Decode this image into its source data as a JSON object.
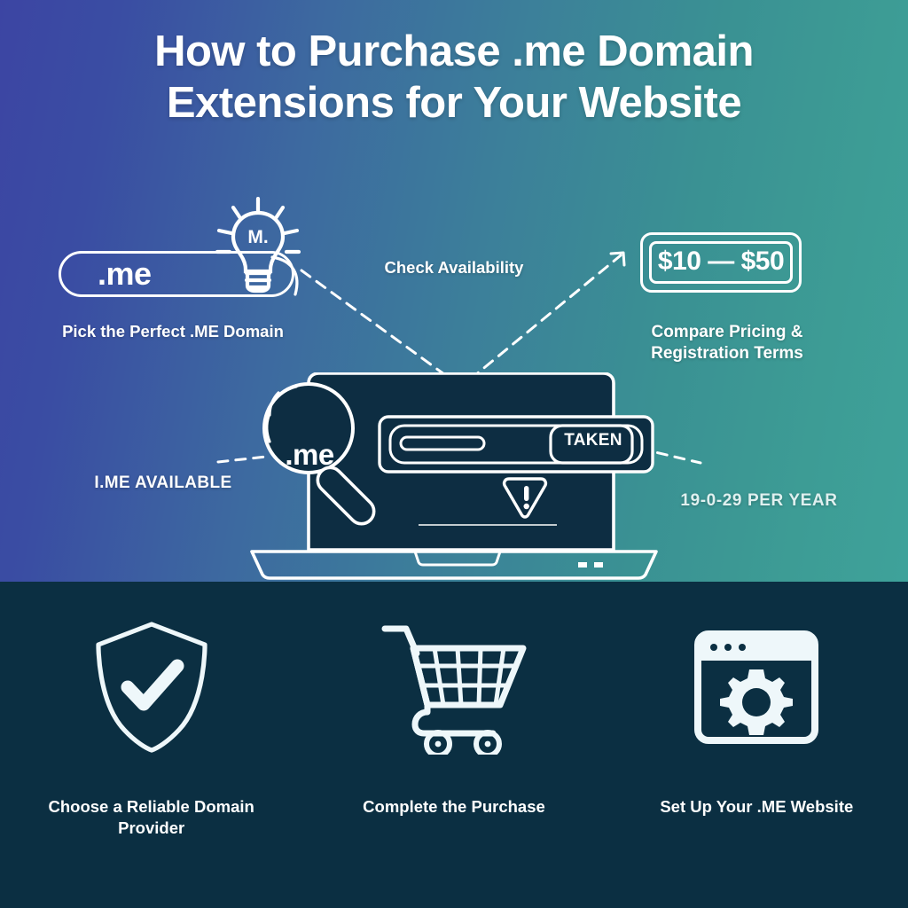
{
  "title": {
    "line1": "How to Purchase .me Domain",
    "line2": "Extensions for Your Website"
  },
  "top_section": {
    "search_pill": {
      "value": ".me",
      "icon": "lightbulb-icon",
      "bulb_label": "M."
    },
    "pick_caption": "Pick the Perfect .ME Domain",
    "check_availability_caption": "Check Availability",
    "price_box": {
      "value": "$10 — $50",
      "caption": "Compare Pricing & Registration Terms"
    },
    "laptop": {
      "search_value": "",
      "status_badge": "TAKEN",
      "warning_icon": "warning-triangle-icon",
      "magnifier_text": ".me"
    },
    "available_label": "I.ME AVAILABLE",
    "per_year_label": "19-0-29 PER YEAR"
  },
  "bottom_section": {
    "steps": [
      {
        "icon": "shield-check-icon",
        "label": "Choose a Reliable Domain Provider"
      },
      {
        "icon": "shopping-cart-icon",
        "label": "Complete the Purchase"
      },
      {
        "icon": "browser-gear-icon",
        "label": "Set Up Your .ME Website"
      }
    ]
  },
  "colors": {
    "gradient_start": "#3c45a3",
    "gradient_end": "#3ea29a",
    "dark_panel": "#0b2f42",
    "line_white": "#ffffff",
    "screen_dark": "#0d2d42"
  }
}
